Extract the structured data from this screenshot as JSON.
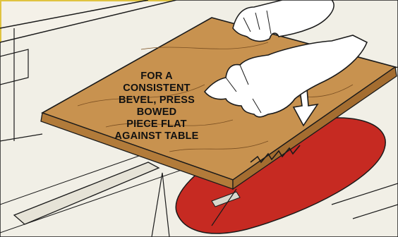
{
  "caption": {
    "lines": [
      "FOR A",
      "CONSISTENT",
      "BEVEL, PRESS",
      "BOWED",
      "PIECE FLAT",
      "AGAINST TABLE"
    ]
  },
  "colors": {
    "background": "#f4f1e8",
    "workpiece": "#c8924f",
    "throat_plate": "#c62a22",
    "outline": "#1a1a1a",
    "border": "#e0c340"
  },
  "icons": {
    "arrow": "down-arrow-icon",
    "hands": "hands-illustration",
    "blade": "saw-blade-illustration"
  }
}
